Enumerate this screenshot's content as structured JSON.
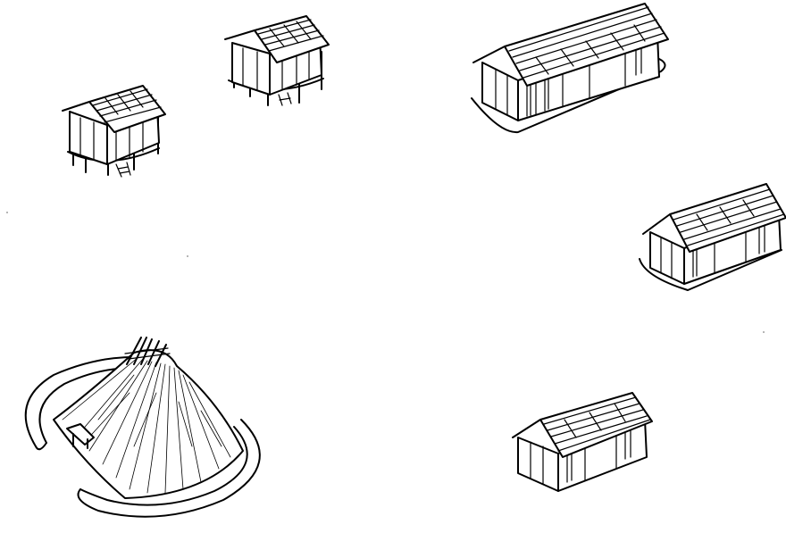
{
  "image": {
    "background_color": "#ffffff",
    "ink_color": "#000000",
    "style": "line-drawing",
    "subjects": [
      {
        "id": "stilt-house-small",
        "icon": "raised-granary-icon"
      },
      {
        "id": "stilt-house-upper",
        "icon": "raised-granary-icon"
      },
      {
        "id": "longhouse-large",
        "icon": "longhouse-icon"
      },
      {
        "id": "longhouse-medium",
        "icon": "longhouse-icon"
      },
      {
        "id": "longhouse-small",
        "icon": "longhouse-icon"
      },
      {
        "id": "pit-dwelling",
        "icon": "thatched-pit-dwelling-icon"
      }
    ]
  }
}
